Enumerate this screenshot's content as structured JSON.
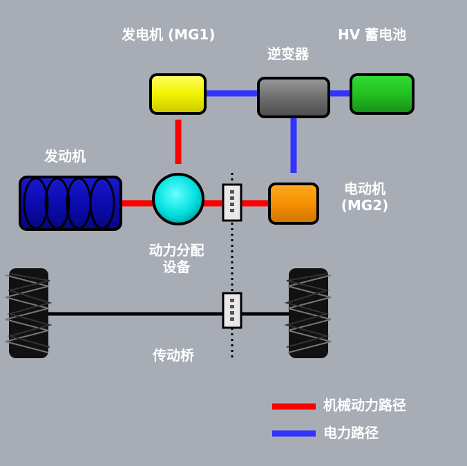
{
  "labels": {
    "generator": "发电机 (MG1)",
    "inverter": "逆变器",
    "battery": "HV 蓄电池",
    "engine": "发动机",
    "motor_line1": "电动机",
    "motor_line2": "(MG2)",
    "power_split_line1": "动力分配",
    "power_split_line2": "设备",
    "axle": "传动桥"
  },
  "legend": [
    {
      "label": "机械动力路径",
      "color": "#ff0000"
    },
    {
      "label": "电力路径",
      "color": "#3333ff"
    }
  ],
  "colors": {
    "background": "#a8adb5",
    "mechanical": "#ff0000",
    "electrical": "#3333ff",
    "generator": "#f2f200",
    "inverter": "#707070",
    "battery": "#22c022",
    "engine": "#0b0bb0",
    "power_split": "#00dddd",
    "motor": "#ff9900"
  }
}
